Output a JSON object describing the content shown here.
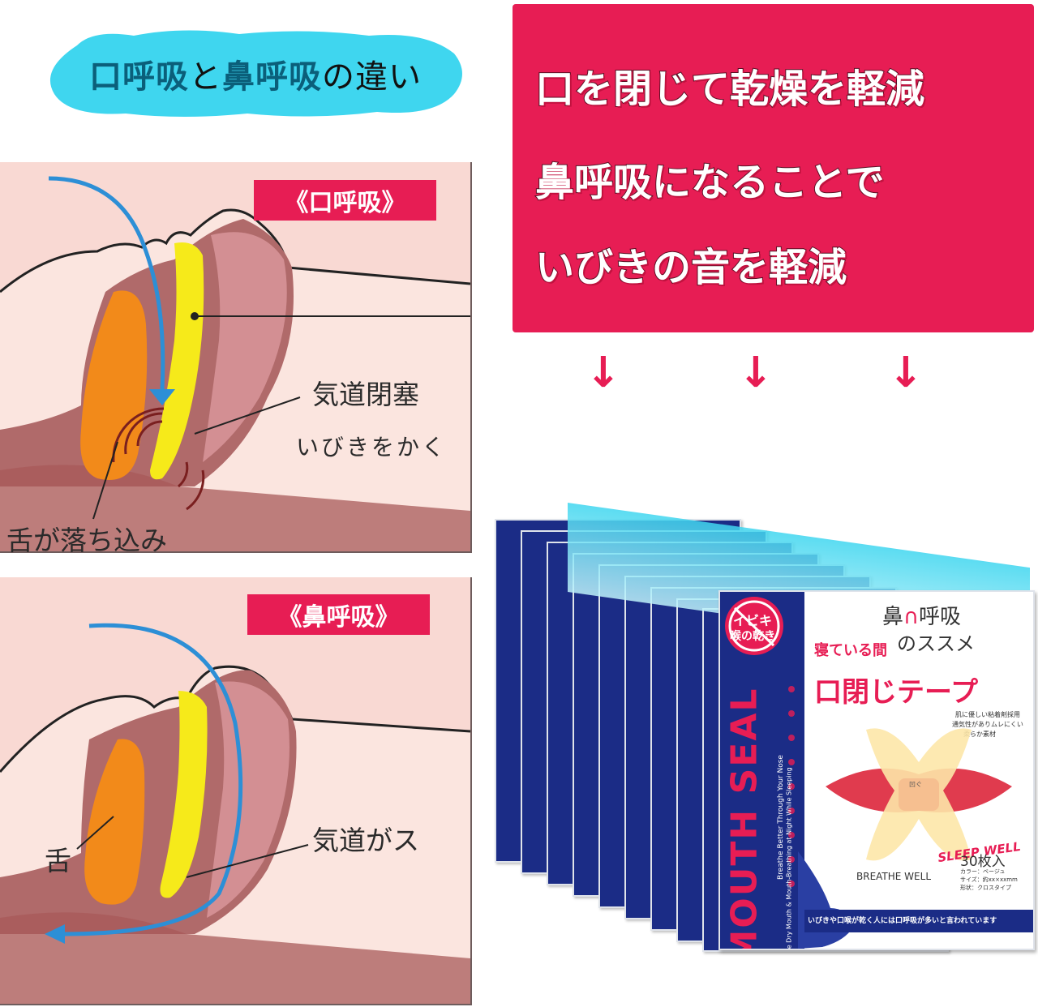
{
  "title": {
    "part1": "口呼吸",
    "part2": "と",
    "part3": "鼻呼吸",
    "part4": "の違い"
  },
  "top_panel": {
    "tag": "《口呼吸》",
    "label_airway": "気道閉塞",
    "label_snore": "いびきをかく",
    "label_tongue": "舌が落ち込み"
  },
  "bottom_panel": {
    "tag": "《鼻呼吸》",
    "label_airway": "気道がス",
    "label_tongue": "舌"
  },
  "pink_box": {
    "line1": "口を閉じて乾燥を軽減",
    "line2": "鼻呼吸になることで",
    "line3": "いびきの音を軽減"
  },
  "arrows": [
    "↓",
    "↓",
    "↓"
  ],
  "product": {
    "badge_line1": "イビキ",
    "badge_line2": "喉の乾き",
    "brand": "MOUTH SEAL",
    "side_small1": "Breathe Better Through Your Nose",
    "side_small2": "Relieve Dry Mouth & Mouth-Breathing at Night While Sleeping",
    "header_line1": "鼻",
    "header_line1b": "呼吸",
    "header_line2": "のススメ",
    "sleeping": "寝ている間",
    "main_name": "口閉じテープ",
    "desc1": "肌に優しい粘着剤採用",
    "desc2": "通気性がありムレにくい",
    "desc3": "柔らか素材",
    "tape_text": "凹ぐ",
    "script_text": "SLEEP WELL",
    "breathe_text": "BREATHE WELL",
    "count": "30枚入",
    "spec1": "カラー：ベージュ",
    "spec2": "サイズ：約xx×xxmm",
    "spec3": "形状：クロスタイプ",
    "bottom_text": "いびきや口喉が乾く人には口呼吸が多いと言われています"
  },
  "colors": {
    "pink": "#e71d54",
    "cyan": "#3fd6ef",
    "panel": "#f9d9d3",
    "navy": "#1b2c86",
    "blue_arrow": "#2d8fd6",
    "yellow": "#f6ea1a",
    "orange": "#f28a1a"
  }
}
